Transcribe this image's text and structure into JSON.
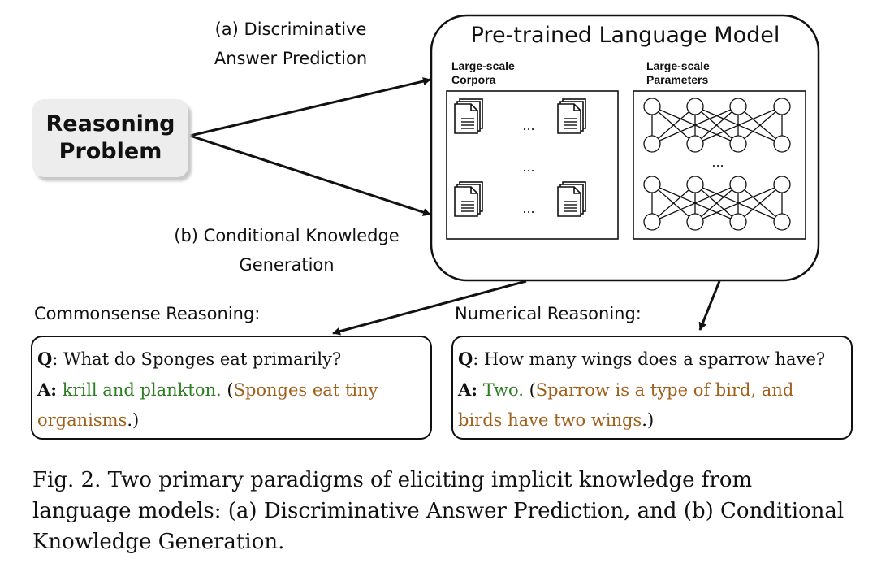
{
  "arrow_labels": {
    "a_line1": "(a) Discriminative",
    "a_line2": "Answer Prediction",
    "b_line1": "(b) Conditional Knowledge",
    "b_line2": "Generation"
  },
  "reasoning_problem": {
    "line1": "Reasoning",
    "line2": "Problem"
  },
  "plm": {
    "title": "Pre-trained Language Model",
    "corpora_line1": "Large-scale",
    "corpora_line2": "Corpora",
    "params_line1": "Large-scale",
    "params_line2": "Parameters",
    "ellipsis": "..."
  },
  "commonsense": {
    "title": "Commonsense Reasoning:",
    "q_prefix": "Q",
    "question": ": What do Sponges eat primarily?",
    "a_prefix": "A:",
    "answer": " krill and plankton.",
    "open_paren": " (",
    "explanation_1": "Sponges eat tiny",
    "explanation_2": "organisms",
    "close": ".)"
  },
  "numerical": {
    "title": "Numerical Reasoning:",
    "q_prefix": "Q",
    "question": ": How many wings does a sparrow have?",
    "a_prefix": "A:",
    "answer": " Two.",
    "open_paren": " (",
    "explanation_1": "Sparrow is a type of bird, and",
    "explanation_2": "birds have two wings",
    "close": ".)"
  },
  "caption": {
    "text": "Fig. 2.  Two primary paradigms of eliciting implicit knowledge from language models: (a) Discriminative Answer Prediction, and (b) Conditional Knowledge Generation."
  },
  "colors": {
    "answer_green": "#2e7d25",
    "explanation_brown": "#a0601c"
  }
}
